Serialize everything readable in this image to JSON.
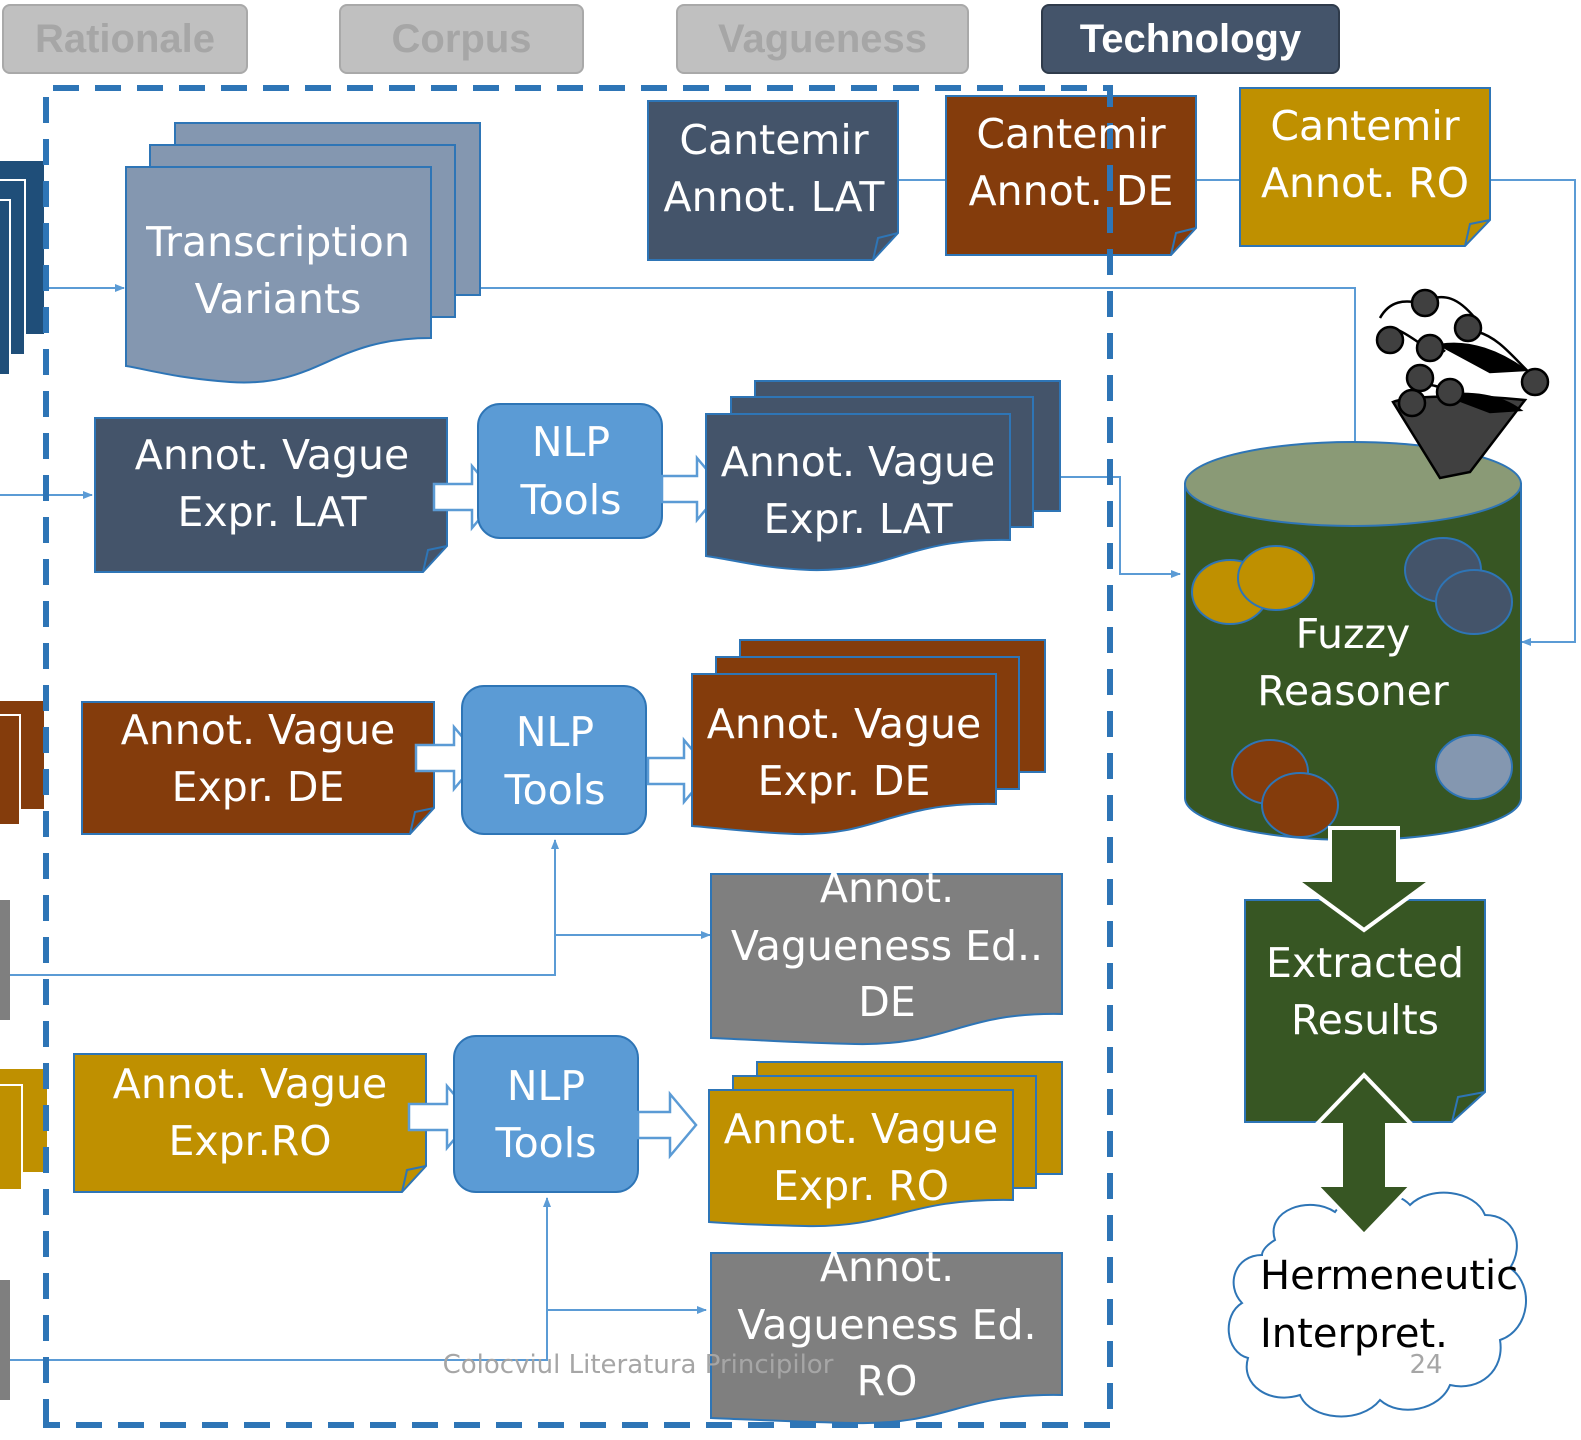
{
  "tabs": [
    {
      "label": "Rationale",
      "active": false
    },
    {
      "label": "Corpus",
      "active": false
    },
    {
      "label": "Vagueness",
      "active": false
    },
    {
      "label": "Technology",
      "active": true
    }
  ],
  "colors": {
    "slate": "#44546a",
    "brown": "#843c0c",
    "gold": "#bf9000",
    "gray": "#7f7f7f",
    "light_slate": "#8497b0",
    "nlp_blue": "#5b9bd5",
    "dark_green": "#375623",
    "navy": "#1f4e79",
    "connector": "#5b9bd5"
  },
  "nodes": {
    "transcription": [
      "Transcription",
      "Variants"
    ],
    "cantemir_lat": [
      "Cantemir",
      "Annot. LAT"
    ],
    "cantemir_de": [
      "Cantemir",
      "Annot. DE"
    ],
    "cantemir_ro": [
      "Cantemir",
      "Annot. RO"
    ],
    "annot_lat_in": [
      "Annot. Vague",
      "Expr. LAT"
    ],
    "nlp_lat": [
      "NLP",
      "Tools"
    ],
    "annot_lat_out": [
      "Annot. Vague",
      "Expr. LAT"
    ],
    "annot_de_in": [
      "Annot. Vague",
      "Expr. DE"
    ],
    "nlp_de": [
      "NLP",
      "Tools"
    ],
    "annot_de_out": [
      "Annot. Vague",
      "Expr. DE"
    ],
    "vagueness_ed_de": [
      "Annot.",
      "Vagueness Ed..",
      "DE"
    ],
    "annot_ro_in": [
      "Annot. Vague",
      "Expr.RO"
    ],
    "nlp_ro": [
      "NLP",
      "Tools"
    ],
    "annot_ro_out": [
      "Annot. Vague",
      "Expr. RO"
    ],
    "vagueness_ed_ro": [
      "Annot.",
      "Vagueness Ed.",
      "RO"
    ],
    "fuzzy_reasoner": [
      "Fuzzy",
      "Reasoner"
    ],
    "extracted_results": [
      "Extracted",
      "Results"
    ],
    "hermeneutic": [
      "Hermeneutic",
      "Interpret."
    ]
  },
  "footer": {
    "text": "Colocviul Literatura Principilor",
    "page_number": "24"
  }
}
